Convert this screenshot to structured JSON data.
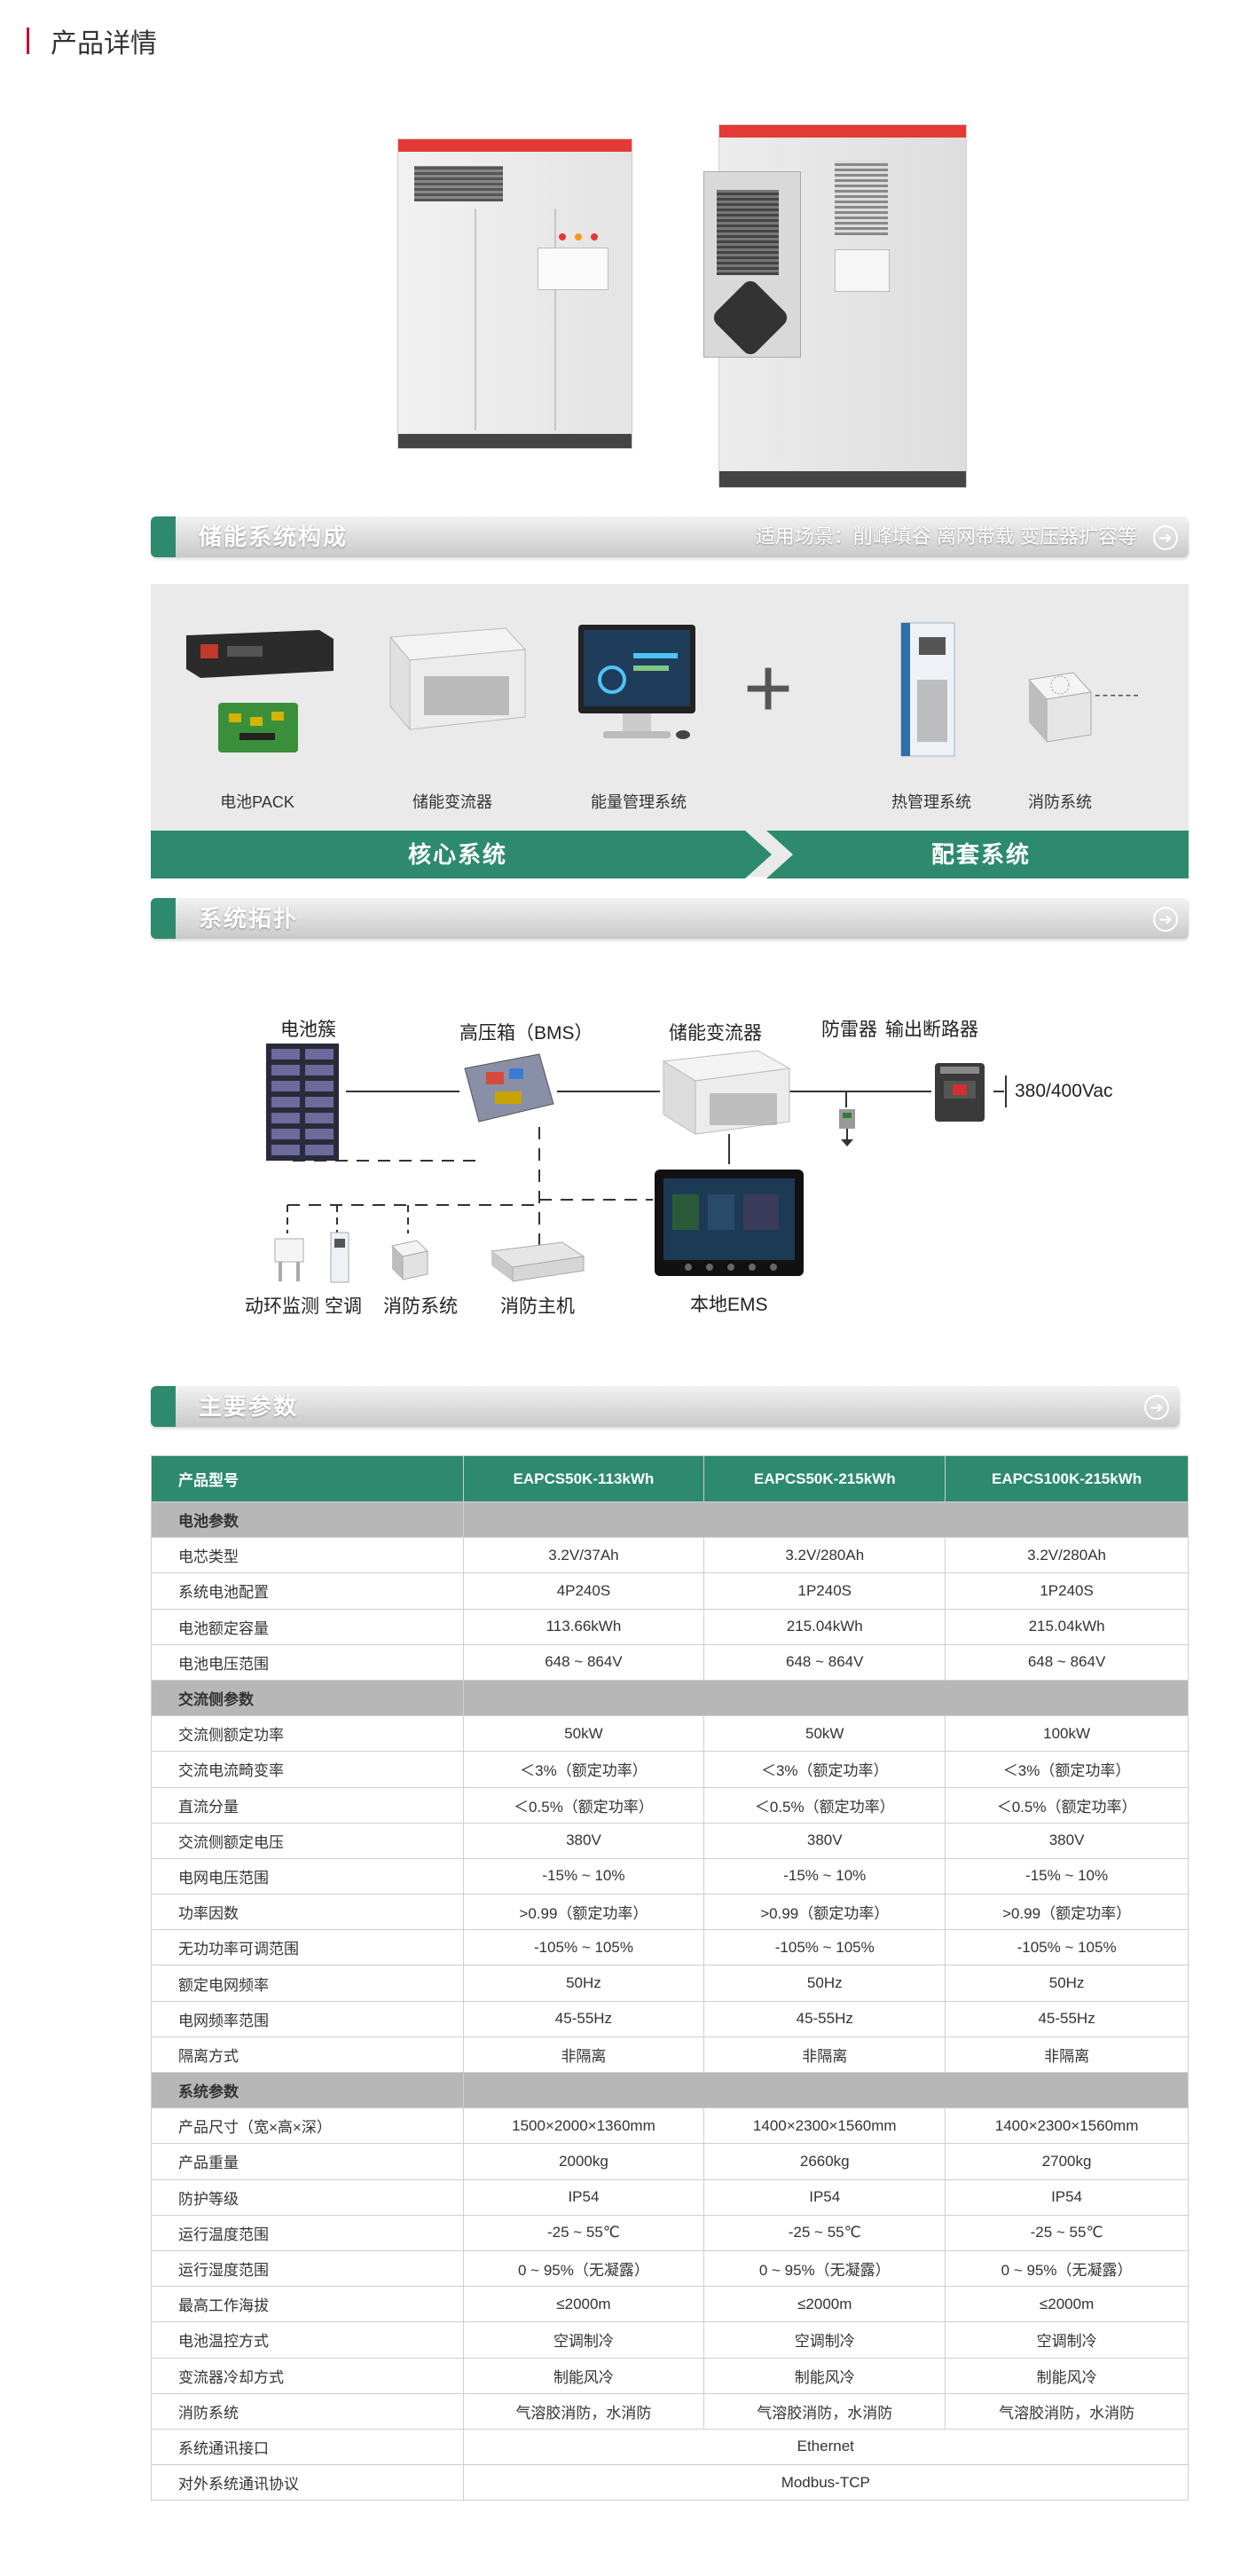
{
  "header": {
    "title": "产品详情"
  },
  "sections": {
    "composition": {
      "title": "储能系统构成",
      "scene": "适用场景：削峰填谷 离网带载 变压器扩容等"
    },
    "topology": {
      "title": "系统拓扑"
    },
    "params": {
      "title": "主要参数"
    }
  },
  "composition": {
    "items": [
      {
        "label": "电池PACK"
      },
      {
        "label": "储能变流器"
      },
      {
        "label": "能量管理系统"
      },
      {
        "label": "热管理系统"
      },
      {
        "label": "消防系统"
      }
    ],
    "plus": "+",
    "dots": "------",
    "core": "核心系统",
    "support": "配套系统"
  },
  "topology": {
    "battery_cluster": "电池簇",
    "hv_box": "高压箱（BMS）",
    "pcs": "储能变流器",
    "arrester": "防雷器",
    "breaker": "输出断路器",
    "grid": "380/400Vac",
    "env_monitor": "动环监测",
    "ac": "空调",
    "fire": "消防系统",
    "fire_host": "消防主机",
    "ems": "本地EMS"
  },
  "params": {
    "header": [
      "产品型号",
      "EAPCS50K-113kWh",
      "EAPCS50K-215kWh",
      "EAPCS100K-215kWh"
    ],
    "rows": [
      {
        "group": "电池参数"
      },
      {
        "name": "电芯类型",
        "values": [
          "3.2V/37Ah",
          "3.2V/280Ah",
          "3.2V/280Ah"
        ]
      },
      {
        "name": "系统电池配置",
        "values": [
          "4P240S",
          "1P240S",
          "1P240S"
        ]
      },
      {
        "name": "电池额定容量",
        "values": [
          "113.66kWh",
          "215.04kWh",
          "215.04kWh"
        ]
      },
      {
        "name": "电池电压范围",
        "values": [
          "648 ~ 864V",
          "648 ~ 864V",
          "648 ~ 864V"
        ]
      },
      {
        "group": "交流侧参数"
      },
      {
        "name": "交流侧额定功率",
        "values": [
          "50kW",
          "50kW",
          "100kW"
        ]
      },
      {
        "name": "交流电流畸变率",
        "values": [
          "＜3%（额定功率）",
          "＜3%（额定功率）",
          "＜3%（额定功率）"
        ]
      },
      {
        "name": "直流分量",
        "values": [
          "＜0.5%（额定功率）",
          "＜0.5%（额定功率）",
          "＜0.5%（额定功率）"
        ]
      },
      {
        "name": "交流侧额定电压",
        "values": [
          "380V",
          "380V",
          "380V"
        ]
      },
      {
        "name": "电网电压范围",
        "values": [
          "-15% ~ 10%",
          "-15% ~ 10%",
          "-15% ~ 10%"
        ]
      },
      {
        "name": "功率因数",
        "values": [
          ">0.99（额定功率）",
          ">0.99（额定功率）",
          ">0.99（额定功率）"
        ]
      },
      {
        "name": "无功功率可调范围",
        "values": [
          "-105% ~ 105%",
          "-105% ~ 105%",
          "-105% ~ 105%"
        ]
      },
      {
        "name": "额定电网频率",
        "values": [
          "50Hz",
          "50Hz",
          "50Hz"
        ]
      },
      {
        "name": "电网频率范围",
        "values": [
          "45-55Hz",
          "45-55Hz",
          "45-55Hz"
        ]
      },
      {
        "name": "隔离方式",
        "values": [
          "非隔离",
          "非隔离",
          "非隔离"
        ]
      },
      {
        "group": "系统参数"
      },
      {
        "name": "产品尺寸（宽×高×深）",
        "values": [
          "1500×2000×1360mm",
          "1400×2300×1560mm",
          "1400×2300×1560mm"
        ]
      },
      {
        "name": "产品重量",
        "values": [
          "2000kg",
          "2660kg",
          "2700kg"
        ]
      },
      {
        "name": "防护等级",
        "values": [
          "IP54",
          "IP54",
          "IP54"
        ]
      },
      {
        "name": "运行温度范围",
        "values": [
          "-25 ~ 55℃",
          "-25 ~ 55℃",
          "-25 ~ 55℃"
        ]
      },
      {
        "name": "运行湿度范围",
        "values": [
          "0 ~ 95%（无凝露）",
          "0 ~ 95%（无凝露）",
          "0 ~ 95%（无凝露）"
        ]
      },
      {
        "name": "最高工作海拔",
        "values": [
          "≤2000m",
          "≤2000m",
          "≤2000m"
        ]
      },
      {
        "name": "电池温控方式",
        "values": [
          "空调制冷",
          "空调制冷",
          "空调制冷"
        ]
      },
      {
        "name": "变流器冷却方式",
        "values": [
          "制能风冷",
          "制能风冷",
          "制能风冷"
        ]
      },
      {
        "name": "消防系统",
        "values": [
          "气溶胶消防，水消防",
          "气溶胶消防，水消防",
          "气溶胶消防，水消防"
        ]
      },
      {
        "name": "系统通讯接口",
        "span": "Ethernet"
      },
      {
        "name": "对外系统通讯协议",
        "span": "Modbus-TCP"
      }
    ]
  },
  "colors": {
    "accent": "#2d8a6d",
    "red": "#e53935",
    "group_bg": "#b7b7b7"
  }
}
